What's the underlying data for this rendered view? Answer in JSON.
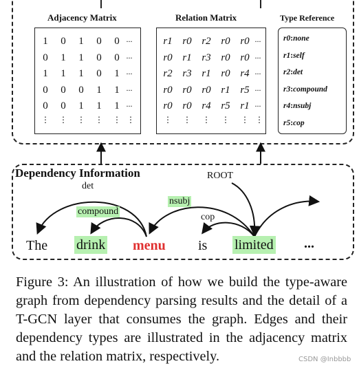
{
  "adjacency_matrix": {
    "title": "Adjacency  Matrix",
    "rows": [
      [
        "1",
        "0",
        "1",
        "0",
        "0"
      ],
      [
        "0",
        "1",
        "1",
        "0",
        "0"
      ],
      [
        "1",
        "1",
        "1",
        "0",
        "1"
      ],
      [
        "0",
        "0",
        "0",
        "1",
        "1"
      ],
      [
        "0",
        "0",
        "1",
        "1",
        "1"
      ]
    ],
    "ellipsis": "···",
    "vellipsis": "⋮"
  },
  "relation_matrix": {
    "title": "Relation  Matrix",
    "rows": [
      [
        "r1",
        "r0",
        "r2",
        "r0",
        "r0"
      ],
      [
        "r0",
        "r1",
        "r3",
        "r0",
        "r0"
      ],
      [
        "r2",
        "r3",
        "r1",
        "r0",
        "r4"
      ],
      [
        "r0",
        "r0",
        "r0",
        "r1",
        "r5"
      ],
      [
        "r0",
        "r0",
        "r4",
        "r5",
        "r1"
      ]
    ],
    "ellipsis": "···",
    "vellipsis": "⋮"
  },
  "type_reference": {
    "title": "Type Reference",
    "items": [
      {
        "key": "r0",
        "value": "none"
      },
      {
        "key": "r1",
        "value": "self"
      },
      {
        "key": "r2",
        "value": "det"
      },
      {
        "key": "r3",
        "value": "compound"
      },
      {
        "key": "r4",
        "value": "nsubj"
      },
      {
        "key": "r5",
        "value": "cop"
      }
    ]
  },
  "dependency": {
    "title": "Dependency Information",
    "words": [
      "The",
      "drink",
      "menu",
      "is",
      "limited",
      "..."
    ],
    "labels": {
      "det": "det",
      "compound": "compound",
      "nsubj": "nsubj",
      "cop": "cop",
      "root": "ROOT"
    },
    "colors": {
      "highlight": "#b6f0b0",
      "head_word": "#e03030"
    }
  },
  "caption": "Figure 3:  An illustration of how we build the type-aware graph from dependency parsing results and the detail of a T-GCN layer that consumes the graph. Edges and their dependency types are illustrated in the adjacency matrix and the relation matrix, respectively.",
  "watermark": "CSDN @Inbbbb"
}
